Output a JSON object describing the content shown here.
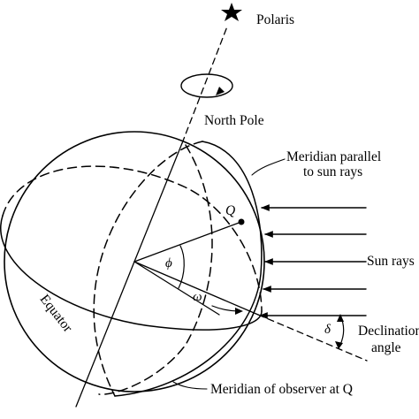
{
  "labels": {
    "polaris": "Polaris",
    "north_pole": "North Pole",
    "meridian_parallel": "Meridian parallel",
    "meridian_parallel_2": "to sun rays",
    "point_q": "Q",
    "sun_rays": "Sun rays",
    "declination": "Declination",
    "declination_2": "angle",
    "equator": "Equator",
    "meridian_observer": "Meridian of observer at Q"
  },
  "symbols": {
    "phi": "ϕ",
    "omega": "ω",
    "delta": "δ"
  }
}
